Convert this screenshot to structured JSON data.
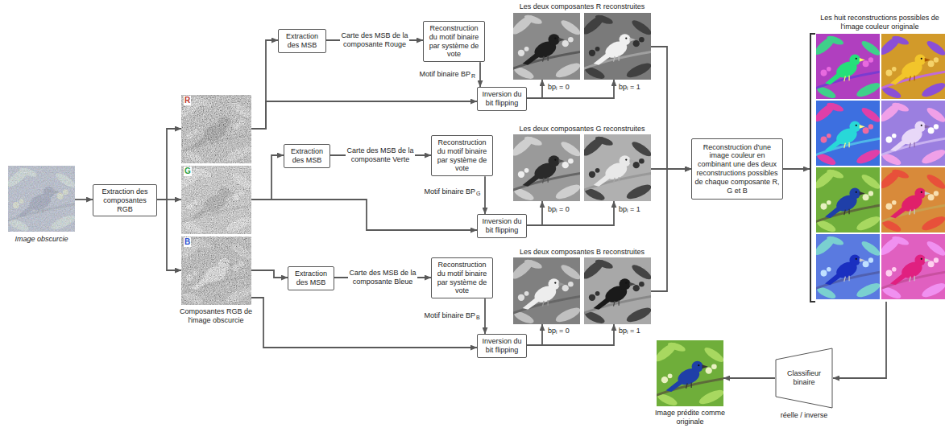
{
  "diagram": {
    "nodes": [
      {
        "text": [
          "Image obscurcie"
        ]
      },
      {
        "text": [
          "Extraction des composantes RGB"
        ]
      },
      {
        "text": [
          "R"
        ]
      },
      {
        "text": [
          "G"
        ]
      },
      {
        "text": [
          "B"
        ]
      },
      {
        "text": [
          "Extraction des MSB"
        ]
      },
      {
        "text": [
          "Reconstruction du motif binaire par système de vote"
        ]
      },
      {
        "text": [
          "Inversion du bit flipping"
        ]
      },
      {
        "text": [
          "bpᵢ = 0"
        ]
      },
      {
        "text": [
          "bpᵢ = 1"
        ]
      },
      {
        "text": [
          "Extraction des MSB"
        ]
      },
      {
        "text": [
          "Reconstruction du motif binaire par système de vote"
        ]
      },
      {
        "text": [
          "Inversion du bit flipping"
        ]
      },
      {
        "text": [
          "bpᵢ = 0"
        ]
      },
      {
        "text": [
          "bpᵢ = 1"
        ]
      },
      {
        "text": [
          "Extraction des MSB"
        ]
      },
      {
        "text": [
          "Reconstruction du motif binaire par système de vote"
        ]
      },
      {
        "text": [
          "Inversion du bit flipping"
        ]
      },
      {
        "text": [
          "bpᵢ = 0"
        ]
      },
      {
        "text": [
          "bpᵢ = 1"
        ]
      },
      {
        "text": [
          "Reconstruction d'une image couleur en combinant une des deux reconstructions possibles de chaque composante R, G et B"
        ]
      },
      {
        "text": [
          "Les huit reconstructions possibles de l'image couleur originale"
        ]
      },
      {
        "text": [
          "Classifieur binaire",
          "réelle / inverse"
        ]
      },
      {
        "text": [
          "Image prédite comme originale"
        ]
      }
    ],
    "edges": [
      {
        "from": 0,
        "to": 1,
        "arrow": "to"
      },
      {
        "from": 1,
        "to": 2,
        "arrow": "to"
      },
      {
        "from": 1,
        "to": 3,
        "arrow": "to"
      },
      {
        "from": 1,
        "to": 4,
        "arrow": "to"
      },
      {
        "from": 2,
        "to": 5,
        "arrow": "to"
      },
      {
        "from": 5,
        "to": 6,
        "label": "Carte des MSB de la composante Rouge",
        "arrow": "to"
      },
      {
        "from": 6,
        "to": 7,
        "label": "Motif binaire BP",
        "arrow": "to"
      },
      {
        "from": 2,
        "to": 7,
        "arrow": "to"
      },
      {
        "from": 7,
        "to": 8,
        "arrow": "to"
      },
      {
        "from": 7,
        "to": 9,
        "arrow": "to"
      },
      {
        "from": 9,
        "to": 20,
        "arrow": "to"
      },
      {
        "from": 3,
        "to": 10,
        "arrow": "to"
      },
      {
        "from": 10,
        "to": 11,
        "label": "Carte des MSB de la composante Verte",
        "arrow": "to"
      },
      {
        "from": 11,
        "to": 12,
        "label": "Motif binaire BP",
        "arrow": "to"
      },
      {
        "from": 3,
        "to": 12,
        "arrow": "to"
      },
      {
        "from": 12,
        "to": 13,
        "arrow": "to"
      },
      {
        "from": 12,
        "to": 14,
        "arrow": "to"
      },
      {
        "from": 14,
        "to": 20,
        "arrow": "to"
      },
      {
        "from": 4,
        "to": 15,
        "arrow": "to"
      },
      {
        "from": 15,
        "to": 16,
        "label": "Carte des MSB de la composante Bleue",
        "arrow": "to"
      },
      {
        "from": 16,
        "to": 17,
        "label": "Motif binaire BP",
        "arrow": "to"
      },
      {
        "from": 4,
        "to": 17,
        "arrow": "to"
      },
      {
        "from": 17,
        "to": 18,
        "arrow": "to"
      },
      {
        "from": 17,
        "to": 19,
        "arrow": "to"
      },
      {
        "from": 19,
        "to": 20,
        "arrow": "to"
      },
      {
        "from": 20,
        "to": 21,
        "arrow": "to"
      },
      {
        "from": 21,
        "to": 22,
        "arrow": "to"
      },
      {
        "from": 22,
        "to": 23,
        "arrow": "to"
      }
    ],
    "labels": [
      "Les deux composantes R reconstruites",
      "R",
      "Les deux composantes G reconstruites",
      "G",
      "Les deux composantes B reconstruites",
      "B",
      "Composantes RGB de l'image obscurcie"
    ]
  }
}
